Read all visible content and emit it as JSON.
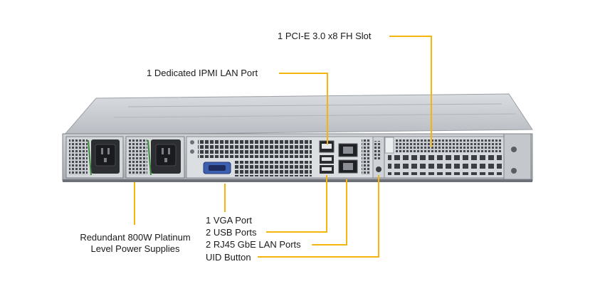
{
  "diagram": {
    "callouts": {
      "pcie_slot": "1 PCI-E 3.0 x8 FH Slot",
      "ipmi_port": "1 Dedicated IPMI  LAN Port",
      "vga_port": "1 VGA Port",
      "usb_ports": "2  USB Ports",
      "lan_ports": "2 RJ45 GbE LAN Ports",
      "uid_button": "UID  Button",
      "psu_line1": "Redundant  800W Platinum",
      "psu_line2": "Level Power Supplies"
    },
    "colors": {
      "leader": "#f5b50f",
      "chassis_top": "#c9ccd1",
      "chassis_back": "#8e9399",
      "panel": "#e2e4e6",
      "vga_blue": "#3d5fb0"
    }
  }
}
